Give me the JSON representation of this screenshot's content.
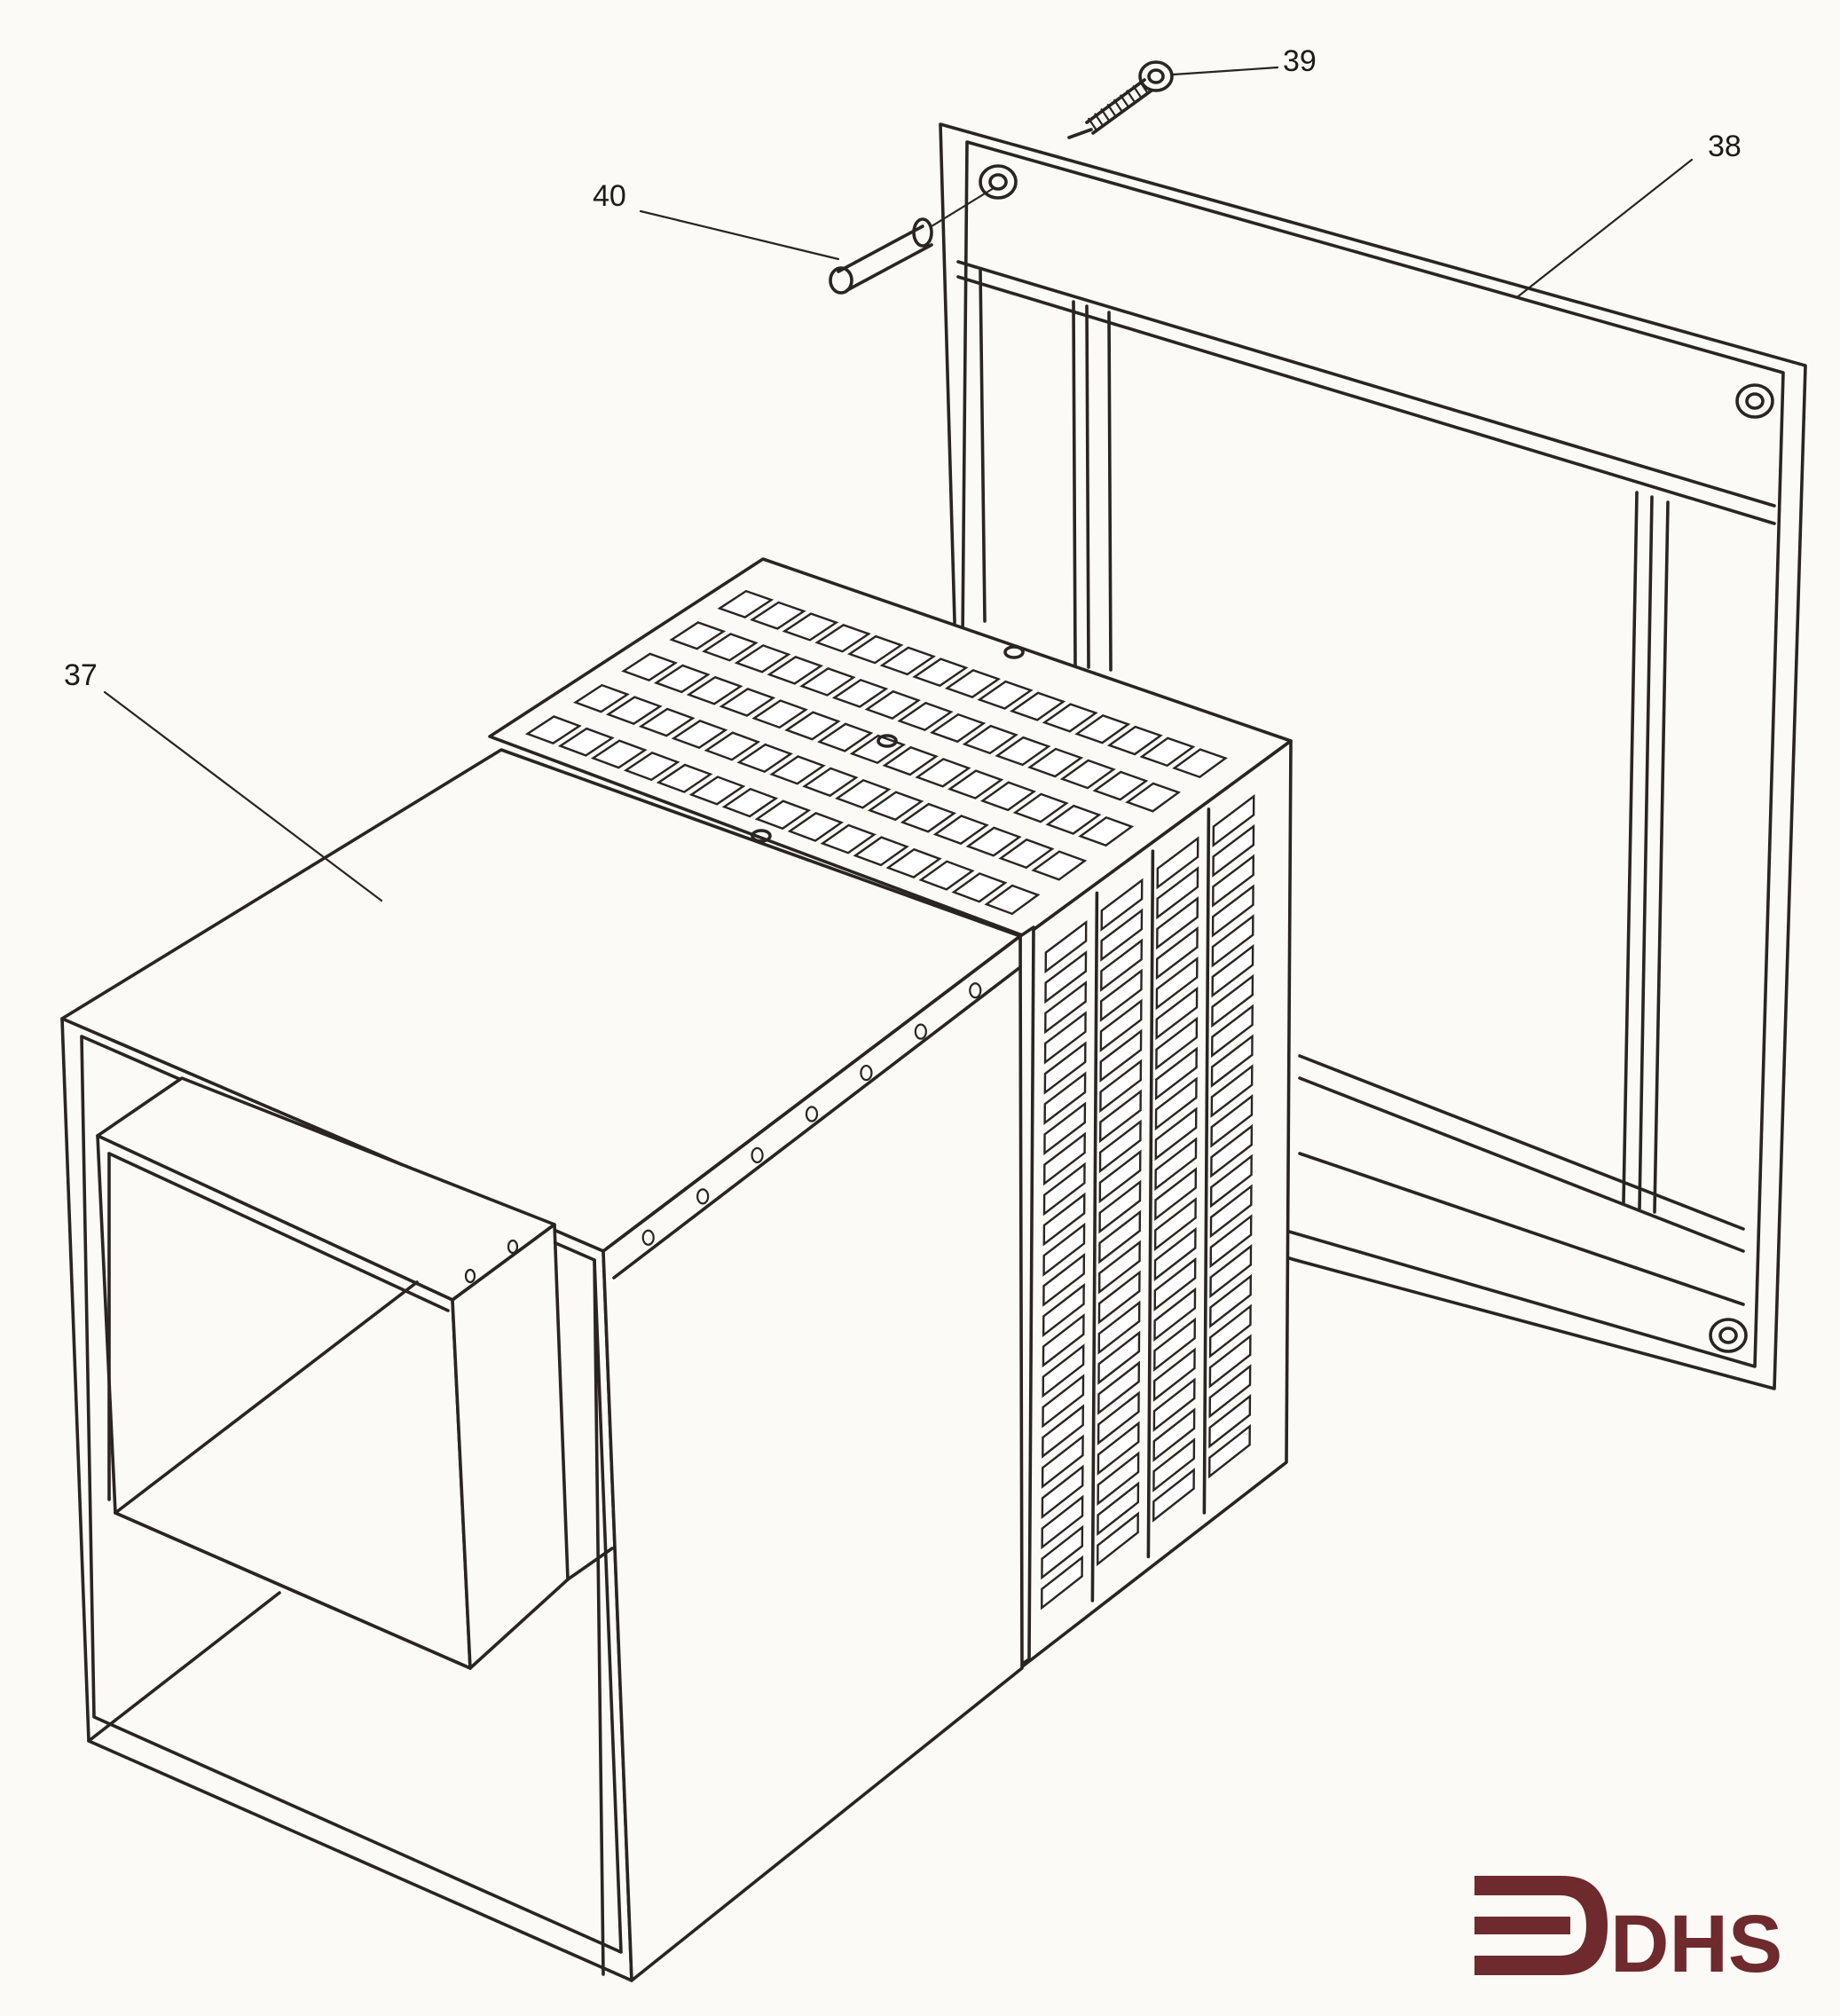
{
  "diagram": {
    "callouts": [
      {
        "id": "37",
        "label": "37"
      },
      {
        "id": "38",
        "label": "38"
      },
      {
        "id": "39",
        "label": "39"
      },
      {
        "id": "40",
        "label": "40"
      }
    ]
  },
  "logo": {
    "text": "DHS",
    "color": "#6e2a2c"
  },
  "colors": {
    "ink": "#2a2422",
    "paper": "#fbfaf6"
  }
}
